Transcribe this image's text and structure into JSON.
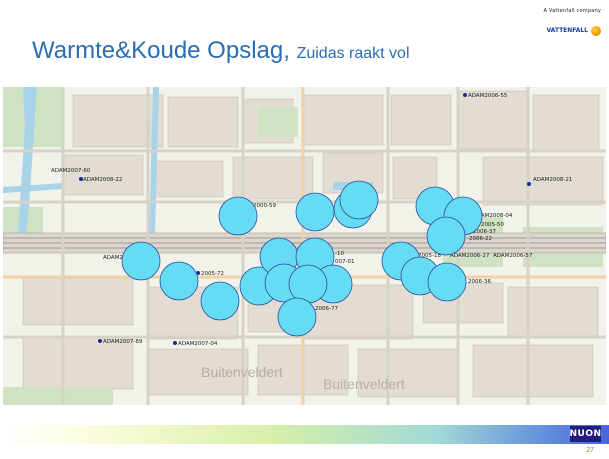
{
  "header": {
    "tagline": "A Vattenfall company",
    "brand": "VATTENFALL",
    "title_main": "Warmte&Koude Opslag, ",
    "title_sub": "Zuidas raakt vol"
  },
  "map": {
    "labels": [
      "ADAM2006-55",
      "ADAM2007-60",
      "ADAM2008-22",
      "ADAM2008-21",
      "2000-59",
      "ADAM2008-04",
      "2005-50",
      "2006-37",
      "2006-22",
      "ADAM2",
      "2005-72",
      "2005-18",
      "ADAM2006-27",
      "ADAM2006-57",
      "2006-36",
      "-10",
      "007-01",
      "2006-77",
      "ADAM2007-89",
      "ADAM2007-04",
      "Buitenveldert",
      "Buitenveldert"
    ]
  },
  "footer": {
    "logo_text": "NUON",
    "page_number": "27"
  },
  "colors": {
    "title": "#2a6db3",
    "circle": "#66dcf4",
    "circle_stroke": "#2b4ea0",
    "logo_bg": "#1f1f7a"
  }
}
